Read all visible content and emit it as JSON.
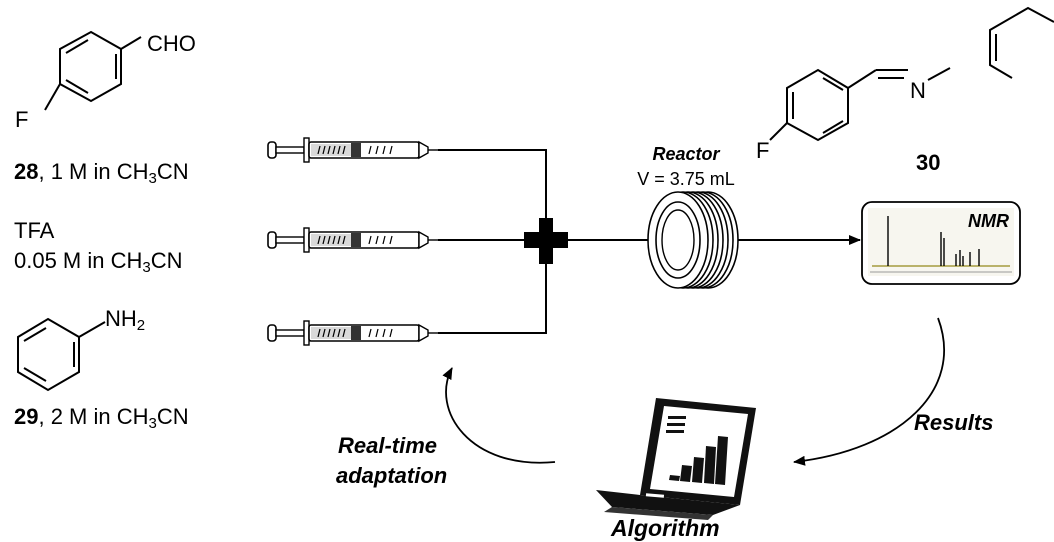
{
  "reagents": {
    "r28": {
      "number": "28",
      "desc_prefix": ", 1 M in CH",
      "sub": "3",
      "desc_suffix": "CN",
      "group": "CHO",
      "halogen": "F"
    },
    "tfa": {
      "name": "TFA",
      "conc_prefix": "0.05 M in CH",
      "sub": "3",
      "conc_suffix": "CN"
    },
    "r29": {
      "number": "29",
      "desc_prefix": ", 2 M in CH",
      "sub": "3",
      "desc_suffix": "CN",
      "group_main": "NH",
      "group_sub": "2"
    }
  },
  "reactor": {
    "title": "Reactor",
    "volume": "V = 3.75 mL"
  },
  "product": {
    "number": "30",
    "halogen": "F",
    "atom": "N"
  },
  "nmr": {
    "label": "NMR"
  },
  "feedback": {
    "results": "Results",
    "adapt_line1": "Real-time",
    "adapt_line2": "adaptation"
  },
  "algorithm": {
    "label": "Algorithm"
  },
  "icons": [
    "syringe-icon",
    "mixer-icon",
    "reactor-coil-icon",
    "nmr-spectrum-icon",
    "laptop-icon"
  ]
}
